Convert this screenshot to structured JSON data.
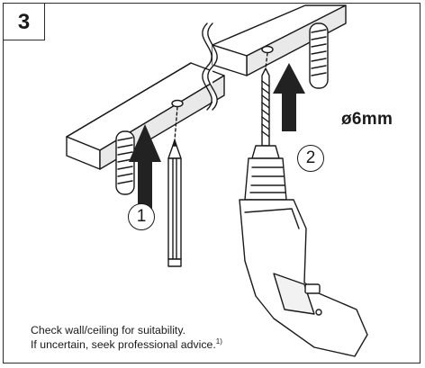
{
  "panel": {
    "step_number": "3",
    "drill_size": "ø6mm",
    "step_markers": [
      "1",
      "2"
    ]
  },
  "note": {
    "line1": "Check wall/ceiling for suitability.",
    "line2": "If uncertain, seek professional advice.",
    "footnote_ref": "1)"
  },
  "colors": {
    "ink": "#1a1a1a",
    "background": "#ffffff",
    "arrow_fill": "#222222"
  },
  "icons": [
    "rail",
    "wall-plug",
    "pencil",
    "drill",
    "arrow-up",
    "drill-bit"
  ]
}
